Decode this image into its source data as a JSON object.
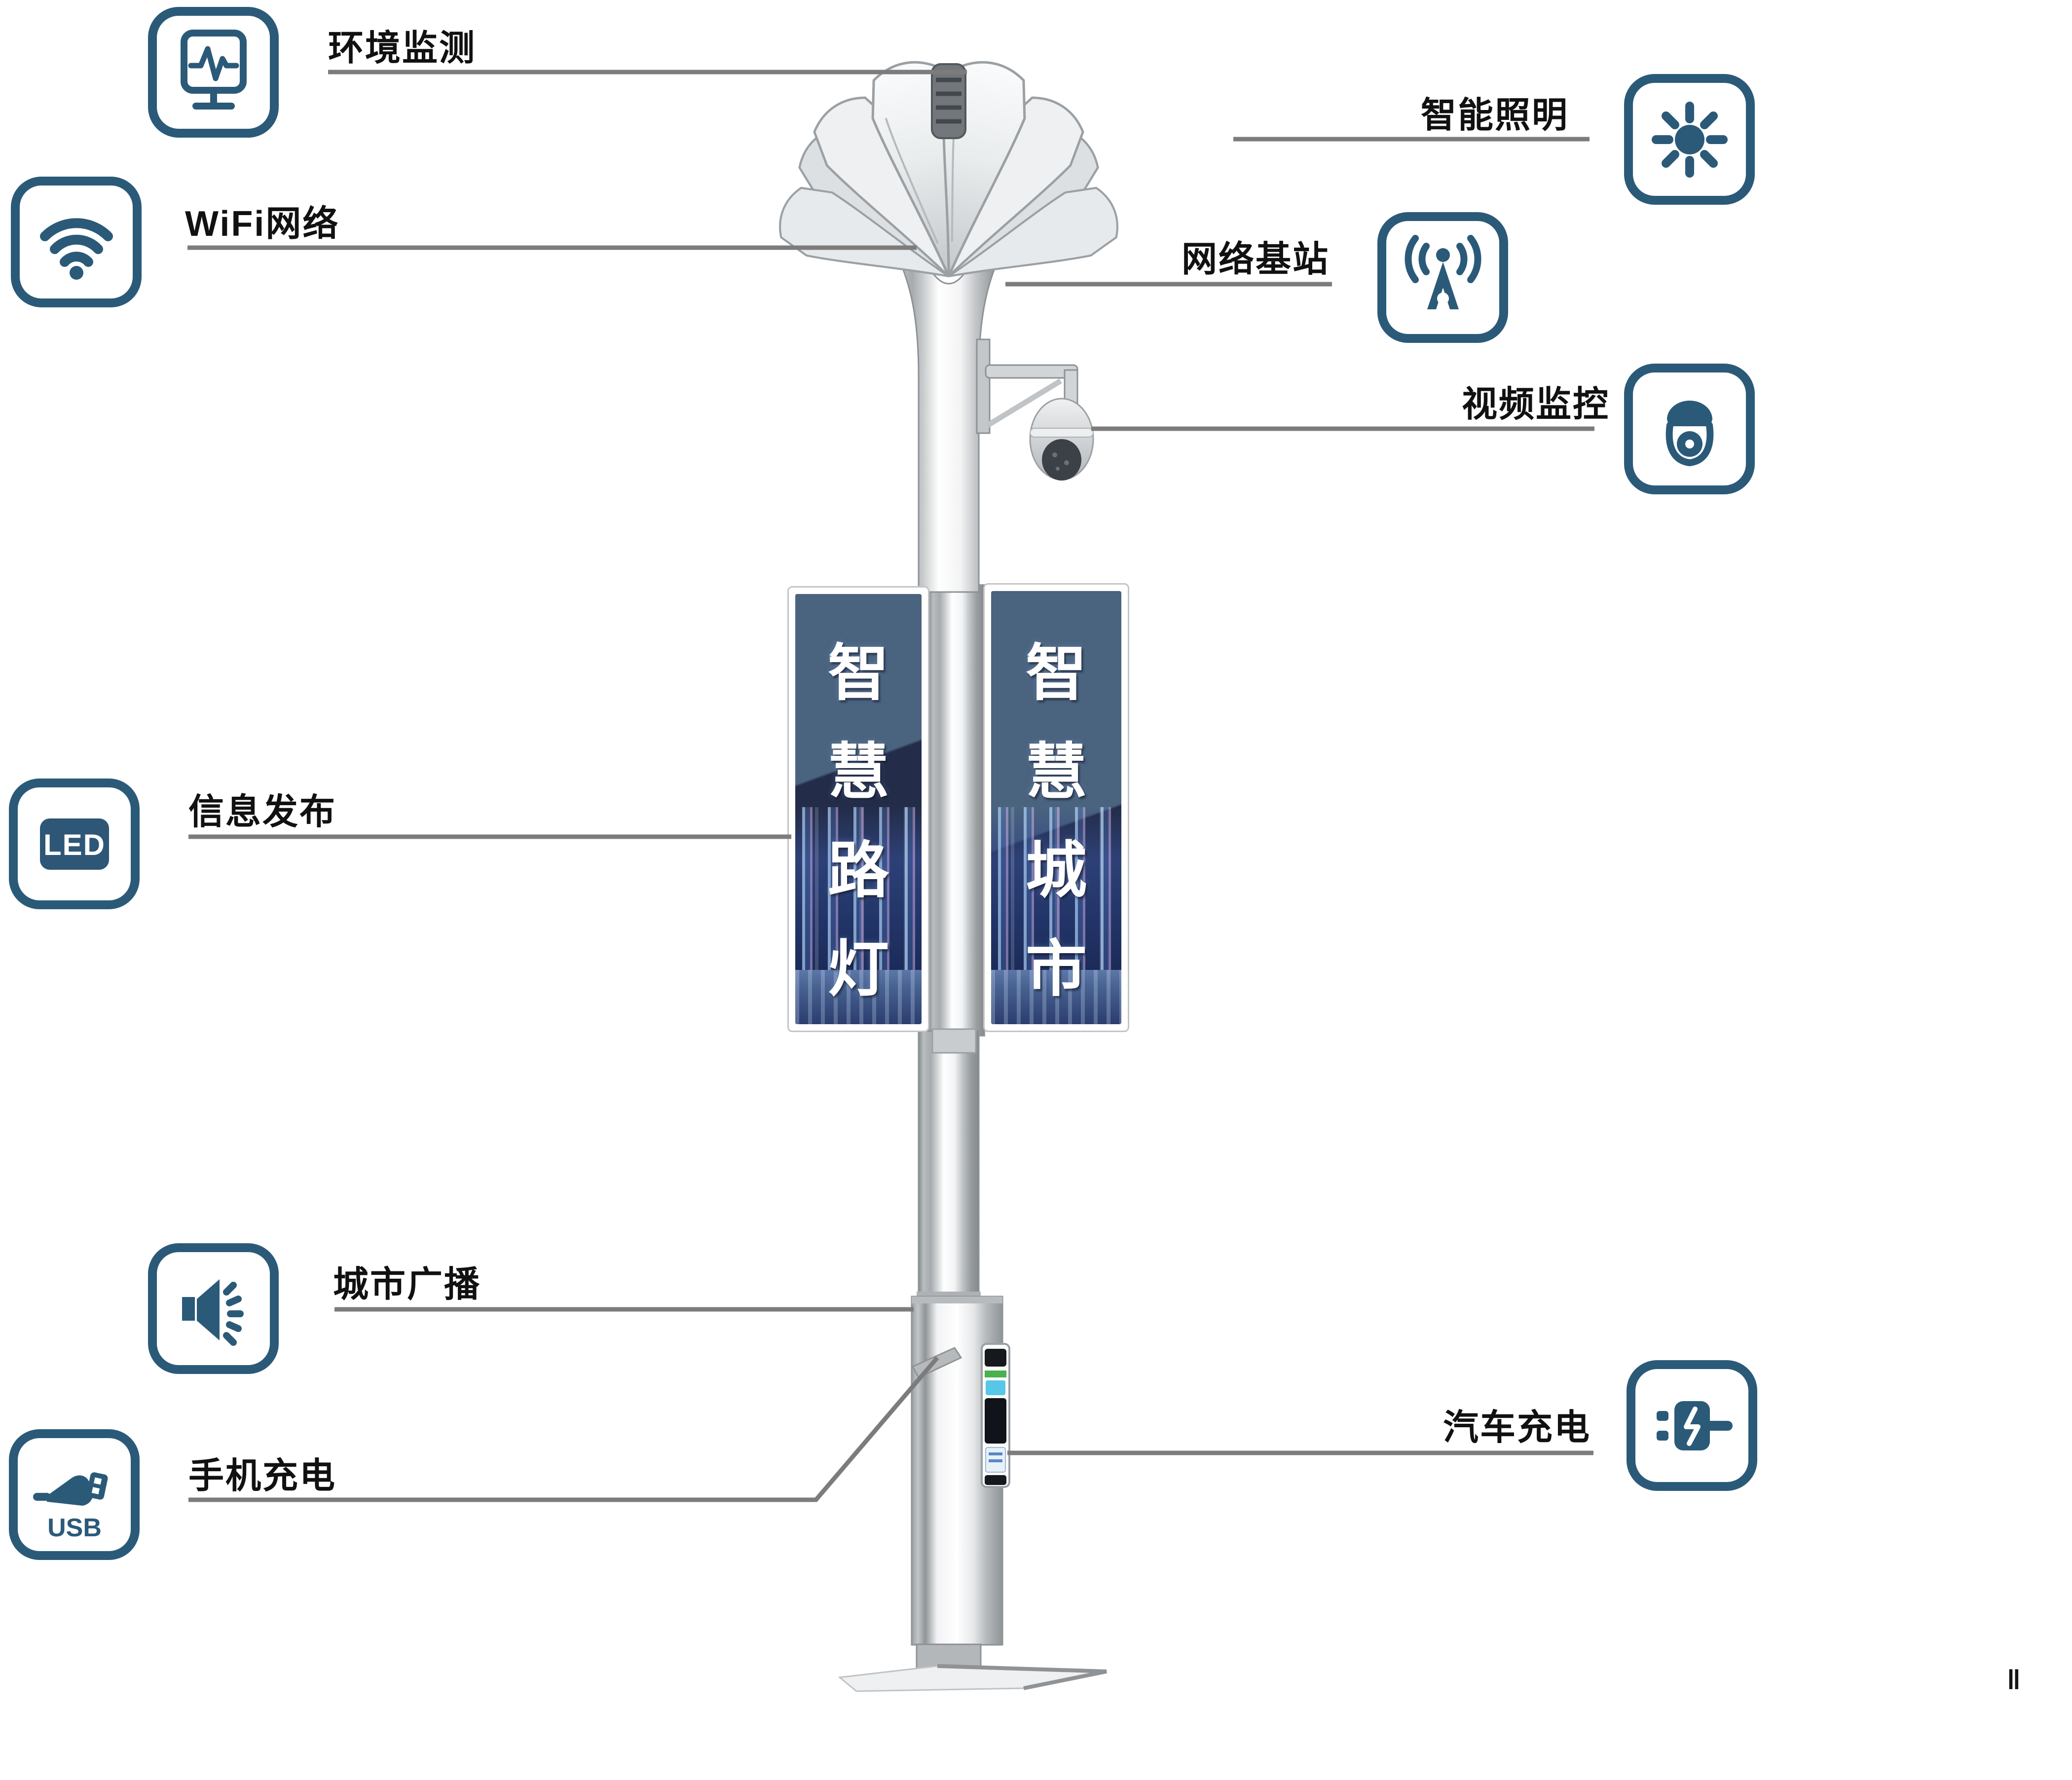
{
  "features": [
    {
      "id": "env-monitoring",
      "label": "环境监测",
      "icon": "monitor-icon"
    },
    {
      "id": "smart-lighting",
      "label": "智能照明",
      "icon": "sun-icon"
    },
    {
      "id": "wifi-network",
      "label": "WiFi网络",
      "icon": "wifi-icon"
    },
    {
      "id": "network-base-station",
      "label": "网络基站",
      "icon": "antenna-icon"
    },
    {
      "id": "video-surveillance",
      "label": "视频监控",
      "icon": "cctv-dome-icon"
    },
    {
      "id": "info-publishing",
      "label": "信息发布",
      "icon": "led-icon"
    },
    {
      "id": "city-broadcast",
      "label": "城市广播",
      "icon": "speaker-icon"
    },
    {
      "id": "phone-charging",
      "label": "手机充电",
      "icon": "usb-icon"
    },
    {
      "id": "car-charging",
      "label": "汽车充电",
      "icon": "ev-plug-icon"
    }
  ],
  "icon_texts": {
    "led": "LED",
    "usb": "USB"
  },
  "banners": {
    "left": {
      "chars": [
        "智",
        "慧",
        "路",
        "灯"
      ]
    },
    "right": {
      "chars": [
        "智",
        "慧",
        "城",
        "市"
      ]
    }
  },
  "colors": {
    "icon_blue": "#2b5a79",
    "icon_fill_blue": "#2e5676",
    "label_text": "#111111",
    "callout_line_gray": "#7c7c7c",
    "banner_steel_blue": "#4a637f",
    "banner_navy": "#232c49",
    "banner_text": "#ffffff"
  },
  "artifact": {
    "mark": "‖"
  }
}
